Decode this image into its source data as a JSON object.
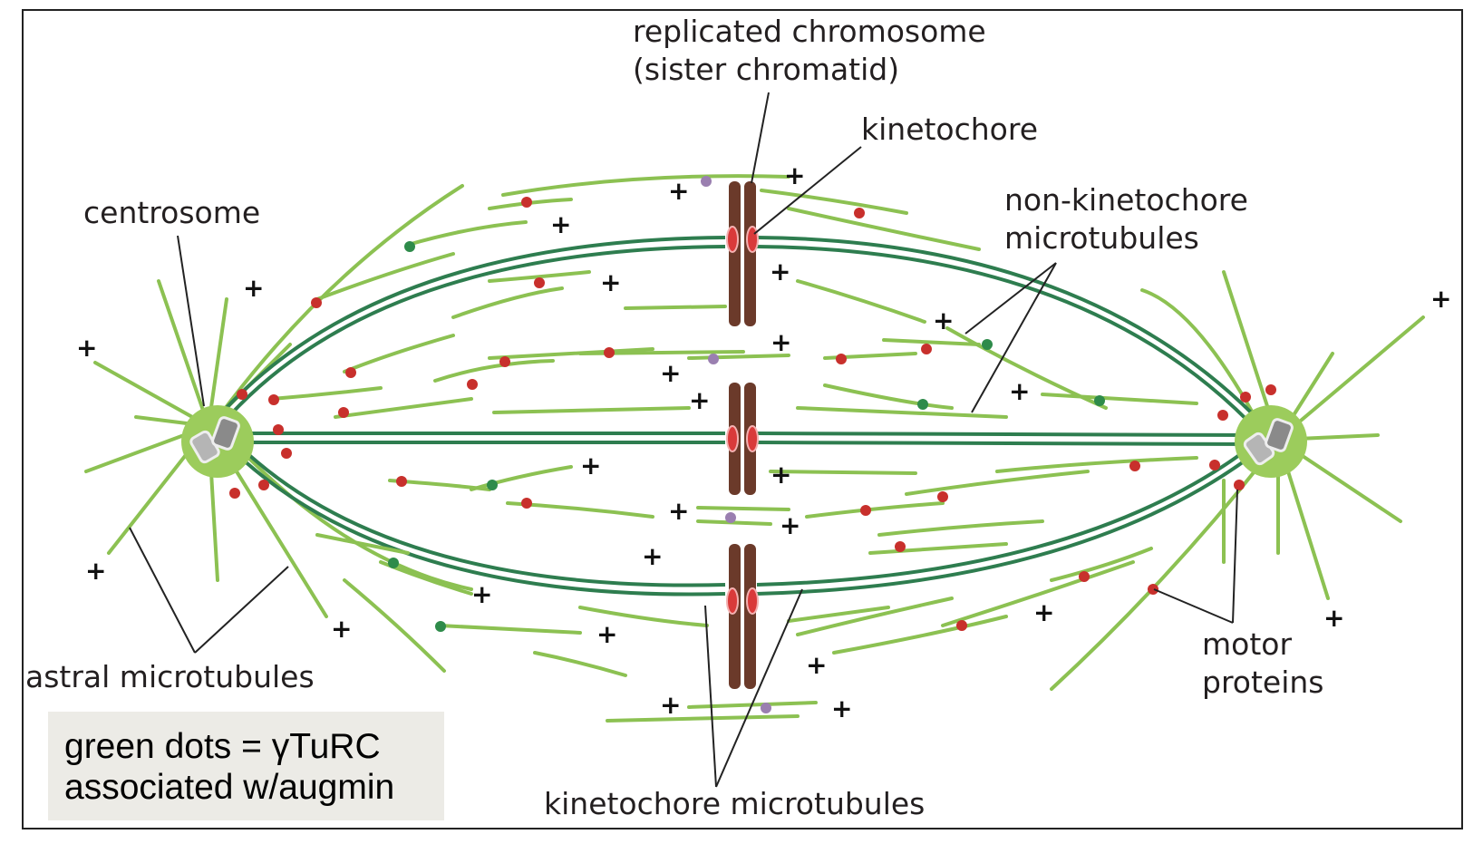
{
  "labels": {
    "replicated_chromosome": "replicated chromosome",
    "sister_chromatid": "(sister chromatid)",
    "kinetochore": "kinetochore",
    "centrosome": "centrosome",
    "non_kinetochore_1": "non-kinetochore",
    "non_kinetochore_2": "microtubules",
    "astral": "astral microtubules",
    "motor_1": "motor",
    "motor_2": "proteins",
    "kinetochore_mt": "kinetochore microtubules"
  },
  "note": {
    "line1": "green dots = γTuRC",
    "line2": "associated w/augmin"
  },
  "plus_sign": "+",
  "colors": {
    "light_green": "#8cc152",
    "dark_green": "#2e7d4f",
    "chromosome": "#6b3a2a",
    "kinetochore_red": "#d93a3a",
    "motor_red": "#c8302c",
    "gamma_tu_rc": "#2e8b4a",
    "purple_dot": "#9a7fb0",
    "centrosome_green": "#9ccc5c"
  }
}
